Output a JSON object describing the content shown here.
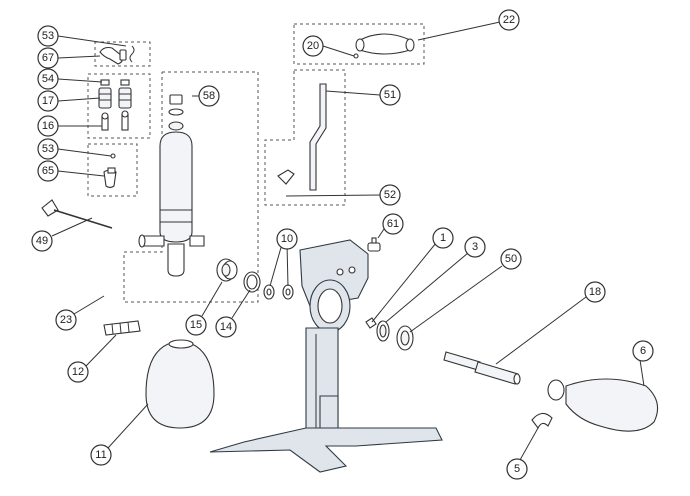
{
  "diagram": {
    "callouts": [
      {
        "id": "c53a",
        "label": "53"
      },
      {
        "id": "c67",
        "label": "67"
      },
      {
        "id": "c54",
        "label": "54"
      },
      {
        "id": "c17",
        "label": "17"
      },
      {
        "id": "c16",
        "label": "16"
      },
      {
        "id": "c53b",
        "label": "53"
      },
      {
        "id": "c65",
        "label": "65"
      },
      {
        "id": "c49",
        "label": "49"
      },
      {
        "id": "c23",
        "label": "23"
      },
      {
        "id": "c12",
        "label": "12"
      },
      {
        "id": "c11",
        "label": "11"
      },
      {
        "id": "c58",
        "label": "58"
      },
      {
        "id": "c15",
        "label": "15"
      },
      {
        "id": "c14",
        "label": "14"
      },
      {
        "id": "c10",
        "label": "10"
      },
      {
        "id": "c20",
        "label": "20"
      },
      {
        "id": "c22",
        "label": "22"
      },
      {
        "id": "c51",
        "label": "51"
      },
      {
        "id": "c52",
        "label": "52"
      },
      {
        "id": "c61",
        "label": "61"
      },
      {
        "id": "c1",
        "label": "1"
      },
      {
        "id": "c3",
        "label": "3"
      },
      {
        "id": "c50",
        "label": "50"
      },
      {
        "id": "c18",
        "label": "18"
      },
      {
        "id": "c6",
        "label": "6"
      },
      {
        "id": "c5",
        "label": "5"
      }
    ]
  }
}
